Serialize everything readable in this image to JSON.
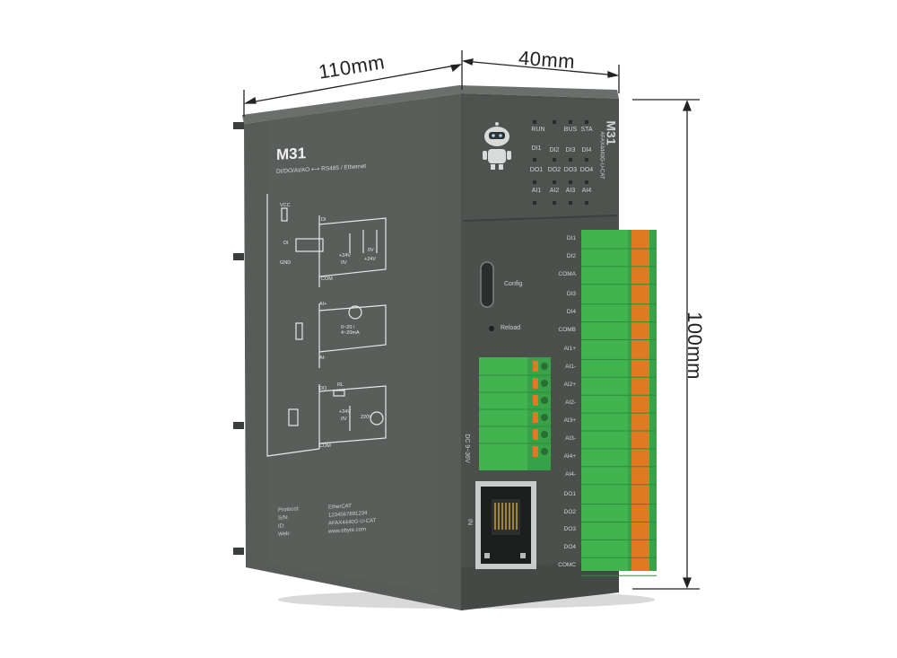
{
  "dimensions": {
    "length": "110mm",
    "width": "40mm",
    "height": "100mm"
  },
  "side_panel": {
    "model": "M31",
    "subtitle_left": "DI/DO/AI/AO",
    "subtitle_right": "RS485 / Ethernet",
    "diagram_labels": {
      "vcc": "VCC",
      "di_small": "DI",
      "gnd": "GND",
      "di": "DI",
      "v24a": "+24V",
      "v0a": "0V",
      "v0b": "0V",
      "v24b": "+24V",
      "com1": "COM",
      "ai_plus": "AI+",
      "range": "0~20 / 4~20mA",
      "ai_minus": "AI-",
      "do": "DO",
      "rl": "RL",
      "v24c": "+24V",
      "v0c": "0V",
      "v220": "220V",
      "com2": "COM"
    },
    "spec_keys": [
      "Protocol:",
      "S/N:",
      "ID:",
      "Web:"
    ],
    "spec_values": [
      "EtherCAT",
      "1234567891234",
      "AFAX4440G-U-CAT",
      "www.ebyte.com"
    ]
  },
  "front_panel": {
    "model": "M31",
    "part_number": "AFAX4440G-U-CAT",
    "led_rows": [
      [
        "RUN",
        "",
        "BUS",
        "STA"
      ],
      [
        "DI1",
        "DI2",
        "DI3",
        "DI4"
      ],
      [
        "DO1",
        "DO2",
        "DO3",
        "DO4"
      ],
      [
        "AI1",
        "AI2",
        "AI3",
        "AI4"
      ]
    ],
    "config_label": "Config",
    "reload_label": "Reload",
    "power_label": "DC 9~36V",
    "port_label": "IN"
  },
  "terminals": [
    "DI1",
    "DI2",
    "COMA",
    "DI3",
    "DI4",
    "COMB",
    "AI1+",
    "AI1-",
    "AI2+",
    "AI2-",
    "AI3+",
    "AI3-",
    "AI4+",
    "AI4-",
    "DO1",
    "DO2",
    "DO3",
    "DO4",
    "COMC"
  ],
  "colors": {
    "housing_front": "#4b504d",
    "housing_side": "#565b58",
    "terminal_green": "#3fb44f",
    "terminal_orange": "#e07a22"
  }
}
